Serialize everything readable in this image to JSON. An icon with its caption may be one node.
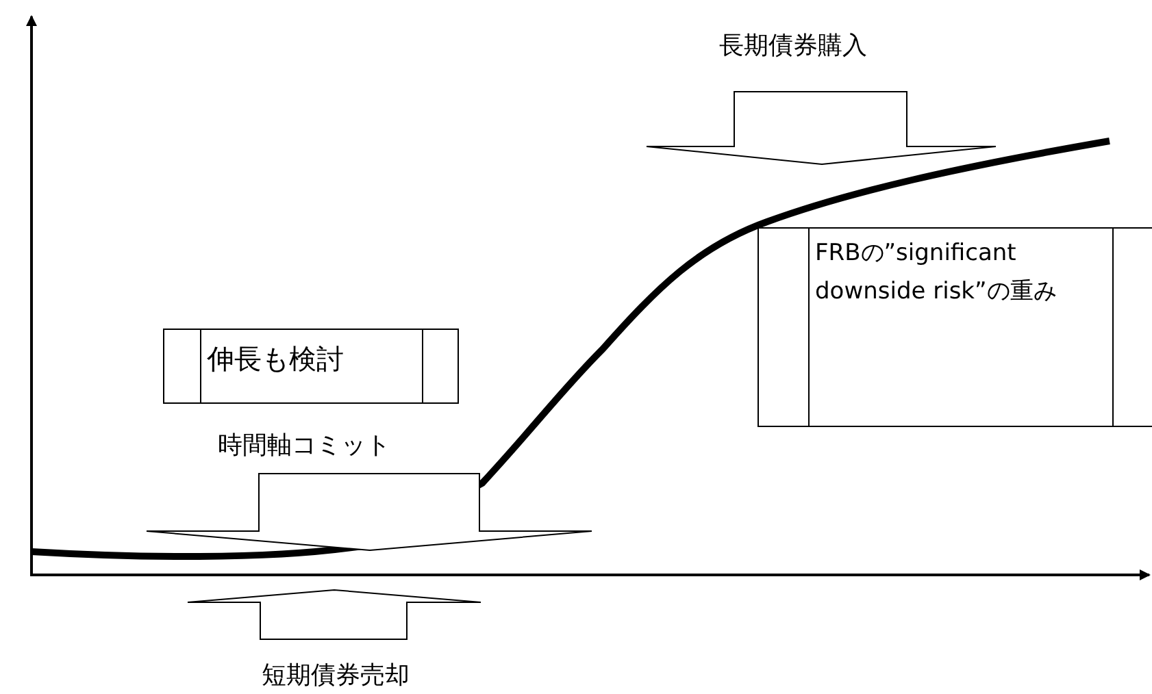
{
  "diagram": {
    "nodes": [
      {
        "text": [
          "伸長も検討"
        ]
      },
      {
        "text": [
          "FRBの”significant downside risk”の重み"
        ]
      }
    ],
    "labels": [
      "長期債券購入",
      "時間軸コミット",
      "短期債券売却"
    ]
  }
}
